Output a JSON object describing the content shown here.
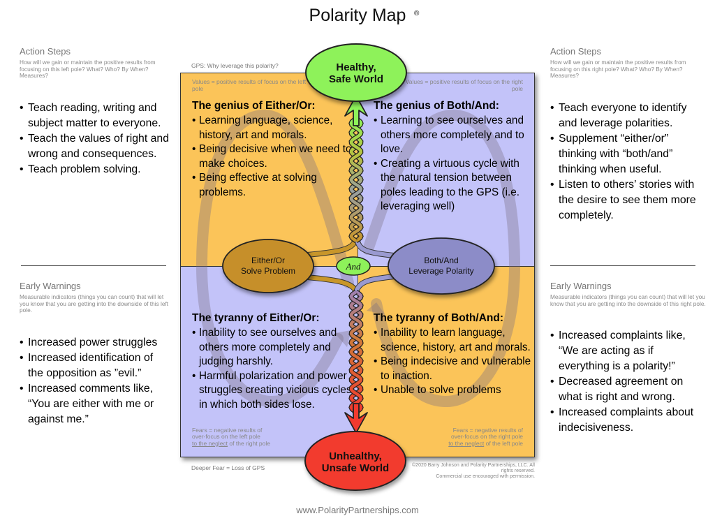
{
  "title": "Polarity Map",
  "registered_mark": "®",
  "left_action": {
    "heading": "Action Steps",
    "description": "How will we gain or maintain the positive results from focusing on this left pole? What? Who? By When? Measures?",
    "items": [
      "Teach reading, writing and subject matter to everyone.",
      "Teach the values of right and wrong and consequences.",
      "Teach problem solving."
    ]
  },
  "right_action": {
    "heading": "Action Steps",
    "description": "How will we gain or maintain the positive results from focusing on this right pole? What? Who? By When? Measures?",
    "items": [
      "Teach everyone to identify and leverage polarities.",
      "Supplement “either/or” thinking with “both/and” thinking when useful.",
      "Listen to others’ stories with the desire to see them more completely."
    ]
  },
  "left_warnings": {
    "heading": "Early Warnings",
    "description": "Measurable indicators (things you can count) that will let you know that you are getting into the downside of this left pole.",
    "items": [
      "Increased power struggles",
      "Increased identification of the opposition as ”evil.”",
      "Increased comments like, “You are either with me or against me.”"
    ]
  },
  "right_warnings": {
    "heading": "Early Warnings",
    "description": "Measurable indicators (things you can count) that will let you know that you are getting into the downside of this right pole.",
    "items": [
      "Increased complaints like, “We are acting as if everything is a polarity!”",
      "Decreased agreement on what is right and wrong.",
      "Increased complaints about indecisiveness."
    ]
  },
  "gps_label": "GPS: Why leverage this polarity?",
  "deeper_fear_label": "Deeper Fear = Loss of GPS",
  "gps_oval": {
    "line1": "Healthy,",
    "line2": "Safe World"
  },
  "deeper_fear_oval": {
    "line1": "Unhealthy,",
    "line2": "Unsafe World"
  },
  "left_pole": {
    "line1": "Either/Or",
    "line2": "Solve Problem"
  },
  "right_pole": {
    "line1": "Both/And",
    "line2": "Leverage Polarity"
  },
  "and_label": "And",
  "upper_left": {
    "note": "Values = positive results of focus on the left pole",
    "heading": "The genius of Either/Or:",
    "items": [
      "Learning language, science, history, art and morals.",
      "Being decisive when we need to make choices.",
      "Being effective at solving problems."
    ]
  },
  "upper_right": {
    "note": "Values = positive results of focus on the right pole",
    "heading": "The genius of Both/And:",
    "items": [
      "Learning to see ourselves and others more completely and to love.",
      "Creating a virtuous cycle with the natural tension between poles leading to the GPS (i.e. leveraging well)"
    ]
  },
  "lower_left": {
    "heading": "The tyranny of Either/Or:",
    "items": [
      "Inability to see ourselves and others more completely and judging harshly.",
      "Harmful polarization and power struggles creating vicious cycles in which both sides lose."
    ],
    "fears_line1": "Fears = negative results of",
    "fears_line2": "over-focus on the left pole",
    "fears_neglect": "to the neglect",
    "fears_line3_rest": " of the right pole"
  },
  "lower_right": {
    "heading": "The tyranny of Both/And:",
    "items": [
      "Inability to learn language, science, history, art and morals.",
      "Being indecisive and vulnerable to inaction.",
      "Unable to solve problems"
    ],
    "fears_line1": "Fears = negative results of",
    "fears_line2": "over-focus on the right pole",
    "fears_neglect": "to the neglect",
    "fears_line3_rest": " of the left pole"
  },
  "copyright_line1": "©2020 Barry Johnson and Polarity Partnerships, LLC. All rights reserved.",
  "copyright_line2": "Commercial use encouraged with permission.",
  "footer_url": "www.PolarityPartnerships.com",
  "colors": {
    "upper_left_bg": "#fbc459",
    "upper_right_bg": "#c3c3f9",
    "gps_oval": "#8ef25a",
    "fear_oval": "#f23a2e",
    "left_pole_oval": "#c68f2a",
    "right_pole_oval": "#8c8cc8"
  }
}
